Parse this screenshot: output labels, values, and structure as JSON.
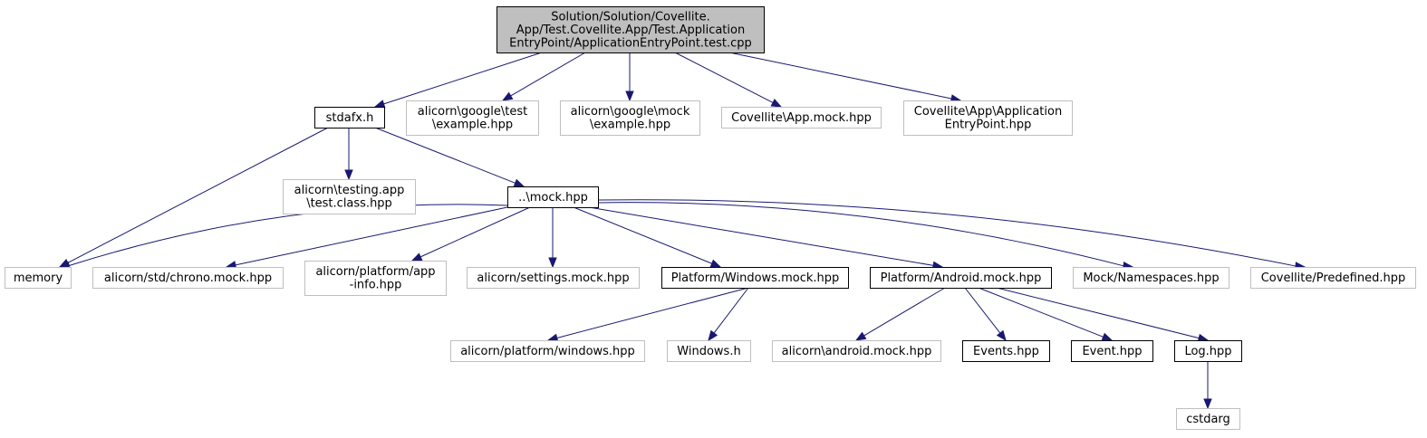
{
  "diagram": {
    "nodes": [
      {
        "id": "root",
        "kind": "root",
        "lines": [
          "Solution/Solution/Covellite.",
          "App/Test.Covellite.App/Test.Application",
          "EntryPoint/ApplicationEntryPoint.test.cpp"
        ]
      },
      {
        "id": "stdafx",
        "kind": "doc",
        "lines": [
          "stdafx.h"
        ]
      },
      {
        "id": "gtest",
        "kind": "ext",
        "lines": [
          "alicorn\\google\\test",
          "\\example.hpp"
        ]
      },
      {
        "id": "gmock",
        "kind": "ext",
        "lines": [
          "alicorn\\google\\mock",
          "\\example.hpp"
        ]
      },
      {
        "id": "appmock",
        "kind": "ext",
        "lines": [
          "Covellite\\App.mock.hpp"
        ]
      },
      {
        "id": "appentry",
        "kind": "ext",
        "lines": [
          "Covellite\\App\\Application",
          "EntryPoint.hpp"
        ]
      },
      {
        "id": "testingapp",
        "kind": "ext",
        "lines": [
          "alicorn\\testing.app",
          "\\test.class.hpp"
        ]
      },
      {
        "id": "mockhpp",
        "kind": "doc",
        "lines": [
          "..\\mock.hpp"
        ]
      },
      {
        "id": "memory",
        "kind": "ext",
        "lines": [
          "memory"
        ]
      },
      {
        "id": "chrono",
        "kind": "ext",
        "lines": [
          "alicorn/std/chrono.mock.hpp"
        ]
      },
      {
        "id": "appinfo",
        "kind": "ext",
        "lines": [
          "alicorn/platform/app",
          "-info.hpp"
        ]
      },
      {
        "id": "settings",
        "kind": "ext",
        "lines": [
          "alicorn/settings.mock.hpp"
        ]
      },
      {
        "id": "winmock",
        "kind": "doc",
        "lines": [
          "Platform/Windows.mock.hpp"
        ]
      },
      {
        "id": "andmock",
        "kind": "doc",
        "lines": [
          "Platform/Android.mock.hpp"
        ]
      },
      {
        "id": "namespaces",
        "kind": "ext",
        "lines": [
          "Mock/Namespaces.hpp"
        ]
      },
      {
        "id": "predefined",
        "kind": "ext",
        "lines": [
          "Covellite/Predefined.hpp"
        ]
      },
      {
        "id": "platwin",
        "kind": "ext",
        "lines": [
          "alicorn/platform/windows.hpp"
        ]
      },
      {
        "id": "windowsh",
        "kind": "ext",
        "lines": [
          "Windows.h"
        ]
      },
      {
        "id": "andmockhpp",
        "kind": "ext",
        "lines": [
          "alicorn\\android.mock.hpp"
        ]
      },
      {
        "id": "events",
        "kind": "doc",
        "lines": [
          "Events.hpp"
        ]
      },
      {
        "id": "event",
        "kind": "doc",
        "lines": [
          "Event.hpp"
        ]
      },
      {
        "id": "log",
        "kind": "doc",
        "lines": [
          "Log.hpp"
        ]
      },
      {
        "id": "cstdarg",
        "kind": "ext",
        "lines": [
          "cstdarg"
        ]
      }
    ],
    "edges": [
      [
        "root",
        "stdafx"
      ],
      [
        "root",
        "gtest"
      ],
      [
        "root",
        "gmock"
      ],
      [
        "root",
        "appmock"
      ],
      [
        "root",
        "appentry"
      ],
      [
        "stdafx",
        "memory"
      ],
      [
        "stdafx",
        "testingapp"
      ],
      [
        "stdafx",
        "mockhpp"
      ],
      [
        "mockhpp",
        "memory"
      ],
      [
        "mockhpp",
        "chrono"
      ],
      [
        "mockhpp",
        "appinfo"
      ],
      [
        "mockhpp",
        "settings"
      ],
      [
        "mockhpp",
        "winmock"
      ],
      [
        "mockhpp",
        "andmock"
      ],
      [
        "mockhpp",
        "namespaces"
      ],
      [
        "mockhpp",
        "predefined"
      ],
      [
        "winmock",
        "platwin"
      ],
      [
        "winmock",
        "windowsh"
      ],
      [
        "andmock",
        "andmockhpp"
      ],
      [
        "andmock",
        "events"
      ],
      [
        "andmock",
        "event"
      ],
      [
        "andmock",
        "log"
      ],
      [
        "log",
        "cstdarg"
      ]
    ],
    "colors": {
      "edge": "#191970",
      "root_fill": "#bfbfbf",
      "doc_border": "#000000",
      "ext_border": "#bfbfbf"
    }
  }
}
